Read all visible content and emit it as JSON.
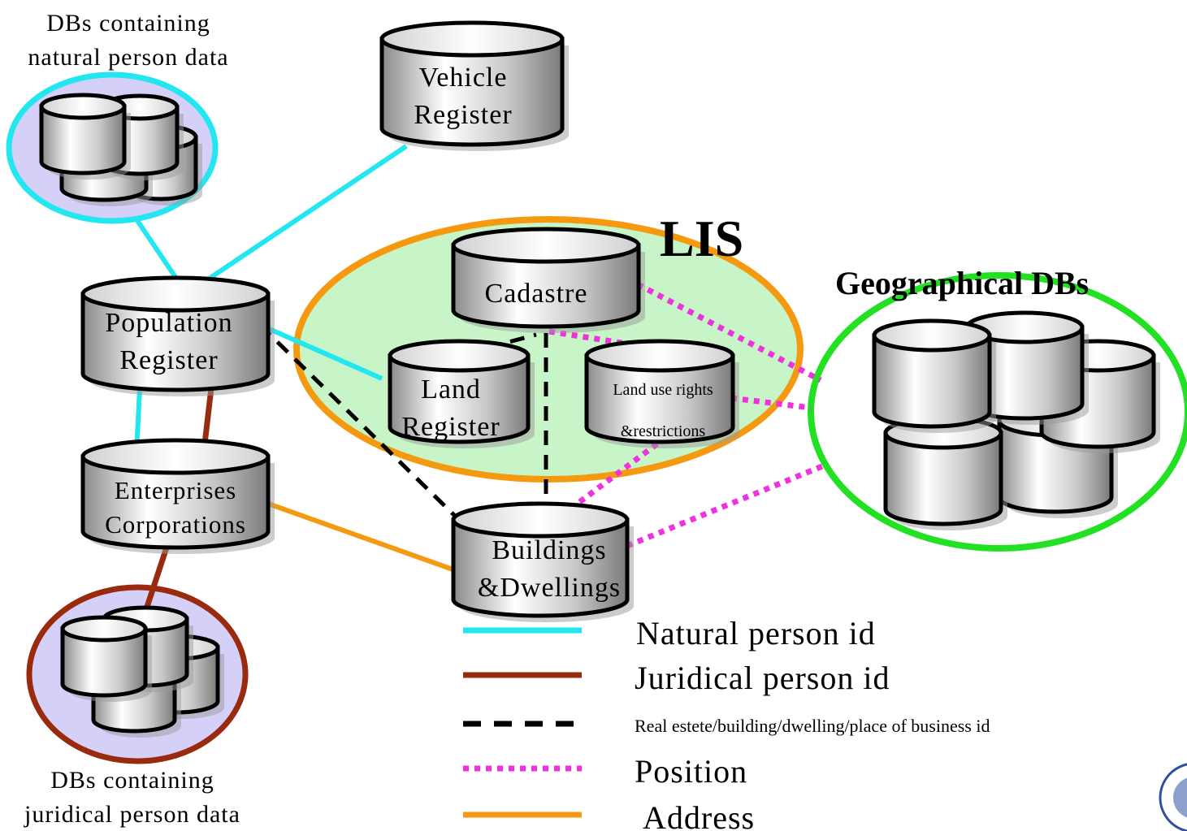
{
  "captions": {
    "natural_db_line1": "DBs containing",
    "natural_db_line2": "natural person data",
    "juridical_db_line1": "DBs containing",
    "juridical_db_line2": "juridical person data"
  },
  "titles": {
    "lis": "LIS",
    "geographical": "Geographical DBs"
  },
  "nodes": {
    "vehicle_register": [
      "Vehicle",
      "Register"
    ],
    "population_register": [
      "Population",
      "Register"
    ],
    "enterprises_corporations": [
      "Enterprises",
      "Corporations"
    ],
    "cadastre": [
      "Cadastre"
    ],
    "land_register": [
      "Land",
      "Register"
    ],
    "land_use_rights": [
      "Land use rights",
      "&restrictions"
    ],
    "buildings_dwellings": [
      "Buildings",
      "&Dwellings"
    ]
  },
  "legend": [
    {
      "label": "Natural person id",
      "style": "solid",
      "color": "#22e6f0"
    },
    {
      "label": "Juridical person id",
      "style": "solid",
      "color": "#9a2a0e"
    },
    {
      "label": "Real estete/building/dwelling/place of business id",
      "style": "dashed",
      "color": "#000000"
    },
    {
      "label": "Position",
      "style": "dotted",
      "color": "#ee33dd"
    },
    {
      "label": "Address",
      "style": "solid",
      "color": "#f59a10"
    }
  ],
  "colors": {
    "natural_person_id": "#22e6f0",
    "juridical_person_id": "#9a2a0e",
    "real_estate_id": "#000000",
    "position": "#ee33dd",
    "address": "#f59a10",
    "lis_fill": "#c8f5c8",
    "lis_border": "#f59a10",
    "geo_border": "#22e022",
    "group_fill": "#d4d0f8"
  }
}
